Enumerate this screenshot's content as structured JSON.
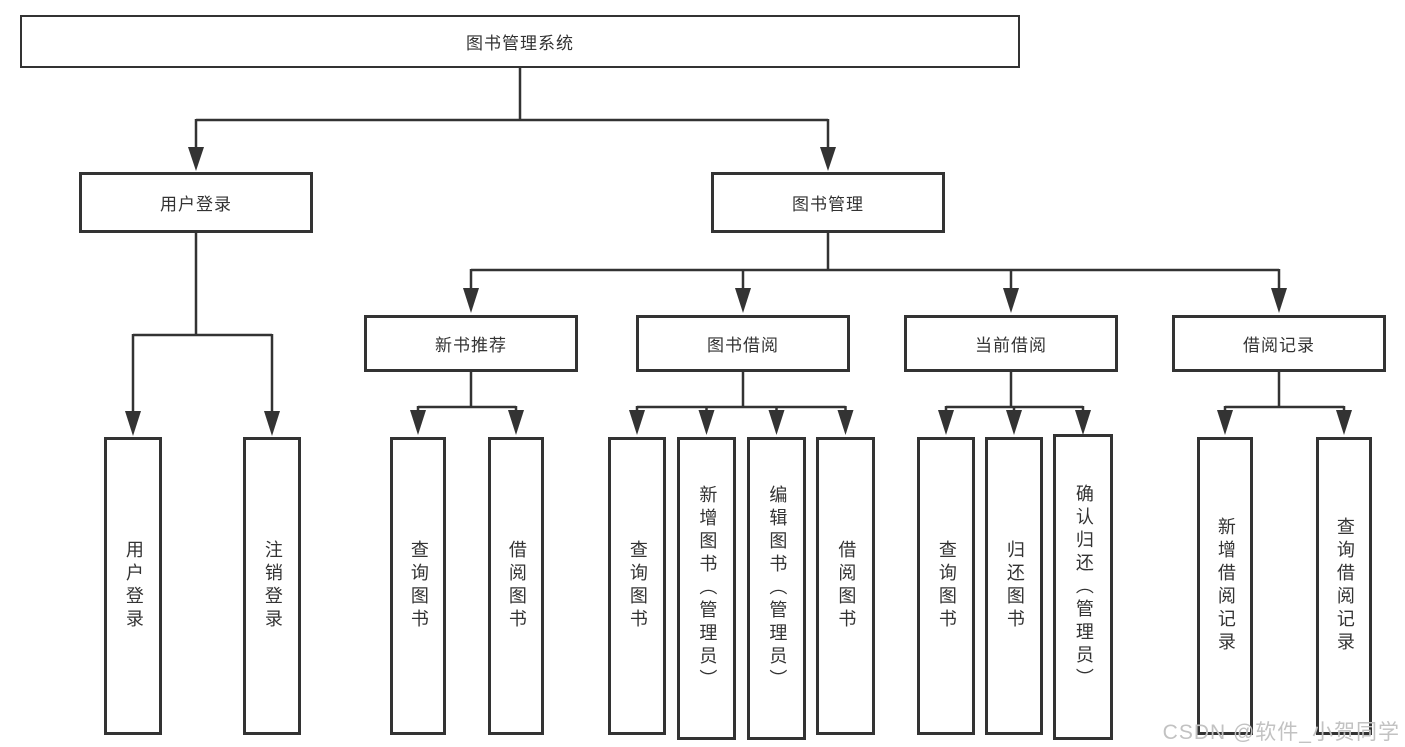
{
  "diagram": {
    "tree": {
      "root": {
        "label": "图书管理系统"
      },
      "branches": [
        {
          "label": "用户登录",
          "leaves": [
            {
              "label": "用户登录"
            },
            {
              "label": "注销登录"
            }
          ]
        },
        {
          "label": "图书管理",
          "groups": [
            {
              "label": "新书推荐",
              "leaves": [
                {
                  "label": "查询图书"
                },
                {
                  "label": "借阅图书"
                }
              ]
            },
            {
              "label": "图书借阅",
              "leaves": [
                {
                  "label": "查询图书"
                },
                {
                  "label": "新增图书（管理员）"
                },
                {
                  "label": "编辑图书（管理员）"
                },
                {
                  "label": "借阅图书"
                }
              ]
            },
            {
              "label": "当前借阅",
              "leaves": [
                {
                  "label": "查询图书"
                },
                {
                  "label": "归还图书"
                },
                {
                  "label": "确认归还（管理员）"
                }
              ]
            },
            {
              "label": "借阅记录",
              "leaves": [
                {
                  "label": "新增借阅记录"
                },
                {
                  "label": "查询借阅记录"
                }
              ]
            }
          ]
        }
      ]
    },
    "colors": {
      "line": "#333333",
      "box_border": "#333333",
      "text": "#333333",
      "watermark": "#c2c2c2",
      "background": "#ffffff"
    },
    "watermark": "CSDN @软件_小贺同学"
  }
}
